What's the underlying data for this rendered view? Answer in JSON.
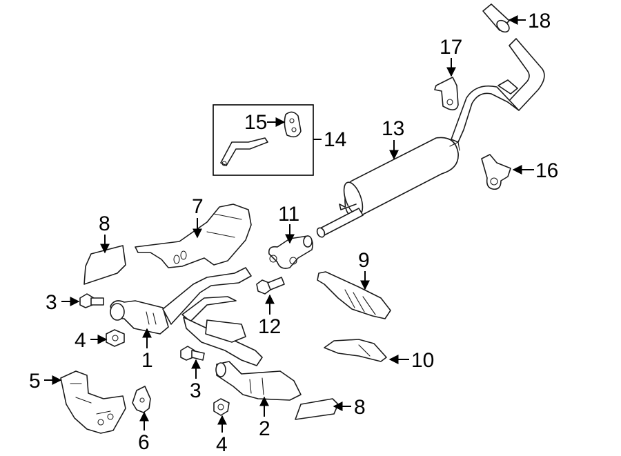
{
  "callouts": {
    "c1": "1",
    "c2": "2",
    "c3a": "3",
    "c3b": "3",
    "c4a": "4",
    "c4b": "4",
    "c5": "5",
    "c6": "6",
    "c7": "7",
    "c8a": "8",
    "c8b": "8",
    "c9": "9",
    "c10": "10",
    "c11": "11",
    "c12": "12",
    "c13": "13",
    "c14": "14",
    "c15": "15",
    "c16": "16",
    "c17": "17",
    "c18": "18"
  }
}
